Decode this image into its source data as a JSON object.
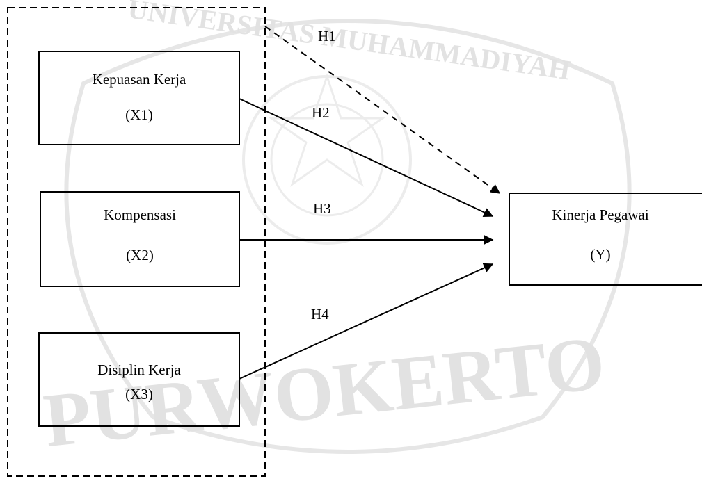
{
  "watermark": {
    "top_text": "UNIVERSITAS MUHAMMADIYAH",
    "bottom_text": "PURWOKERTO",
    "color": "#e2e2e2"
  },
  "independent_variables": [
    {
      "id": "x1",
      "name": "Kepuasan Kerja",
      "code": "(X1)"
    },
    {
      "id": "x2",
      "name": "Kompensasi",
      "code": "(X2)"
    },
    {
      "id": "x3",
      "name": "Disiplin Kerja",
      "code": "(X3)"
    }
  ],
  "dependent_variable": {
    "name": "Kinerja Pegawai",
    "code": "(Y)"
  },
  "hypotheses": [
    {
      "label": "H1",
      "from": "group",
      "style": "dashed"
    },
    {
      "label": "H2",
      "from": "x1",
      "style": "solid"
    },
    {
      "label": "H3",
      "from": "x2",
      "style": "solid"
    },
    {
      "label": "H4",
      "from": "x3",
      "style": "solid"
    }
  ]
}
